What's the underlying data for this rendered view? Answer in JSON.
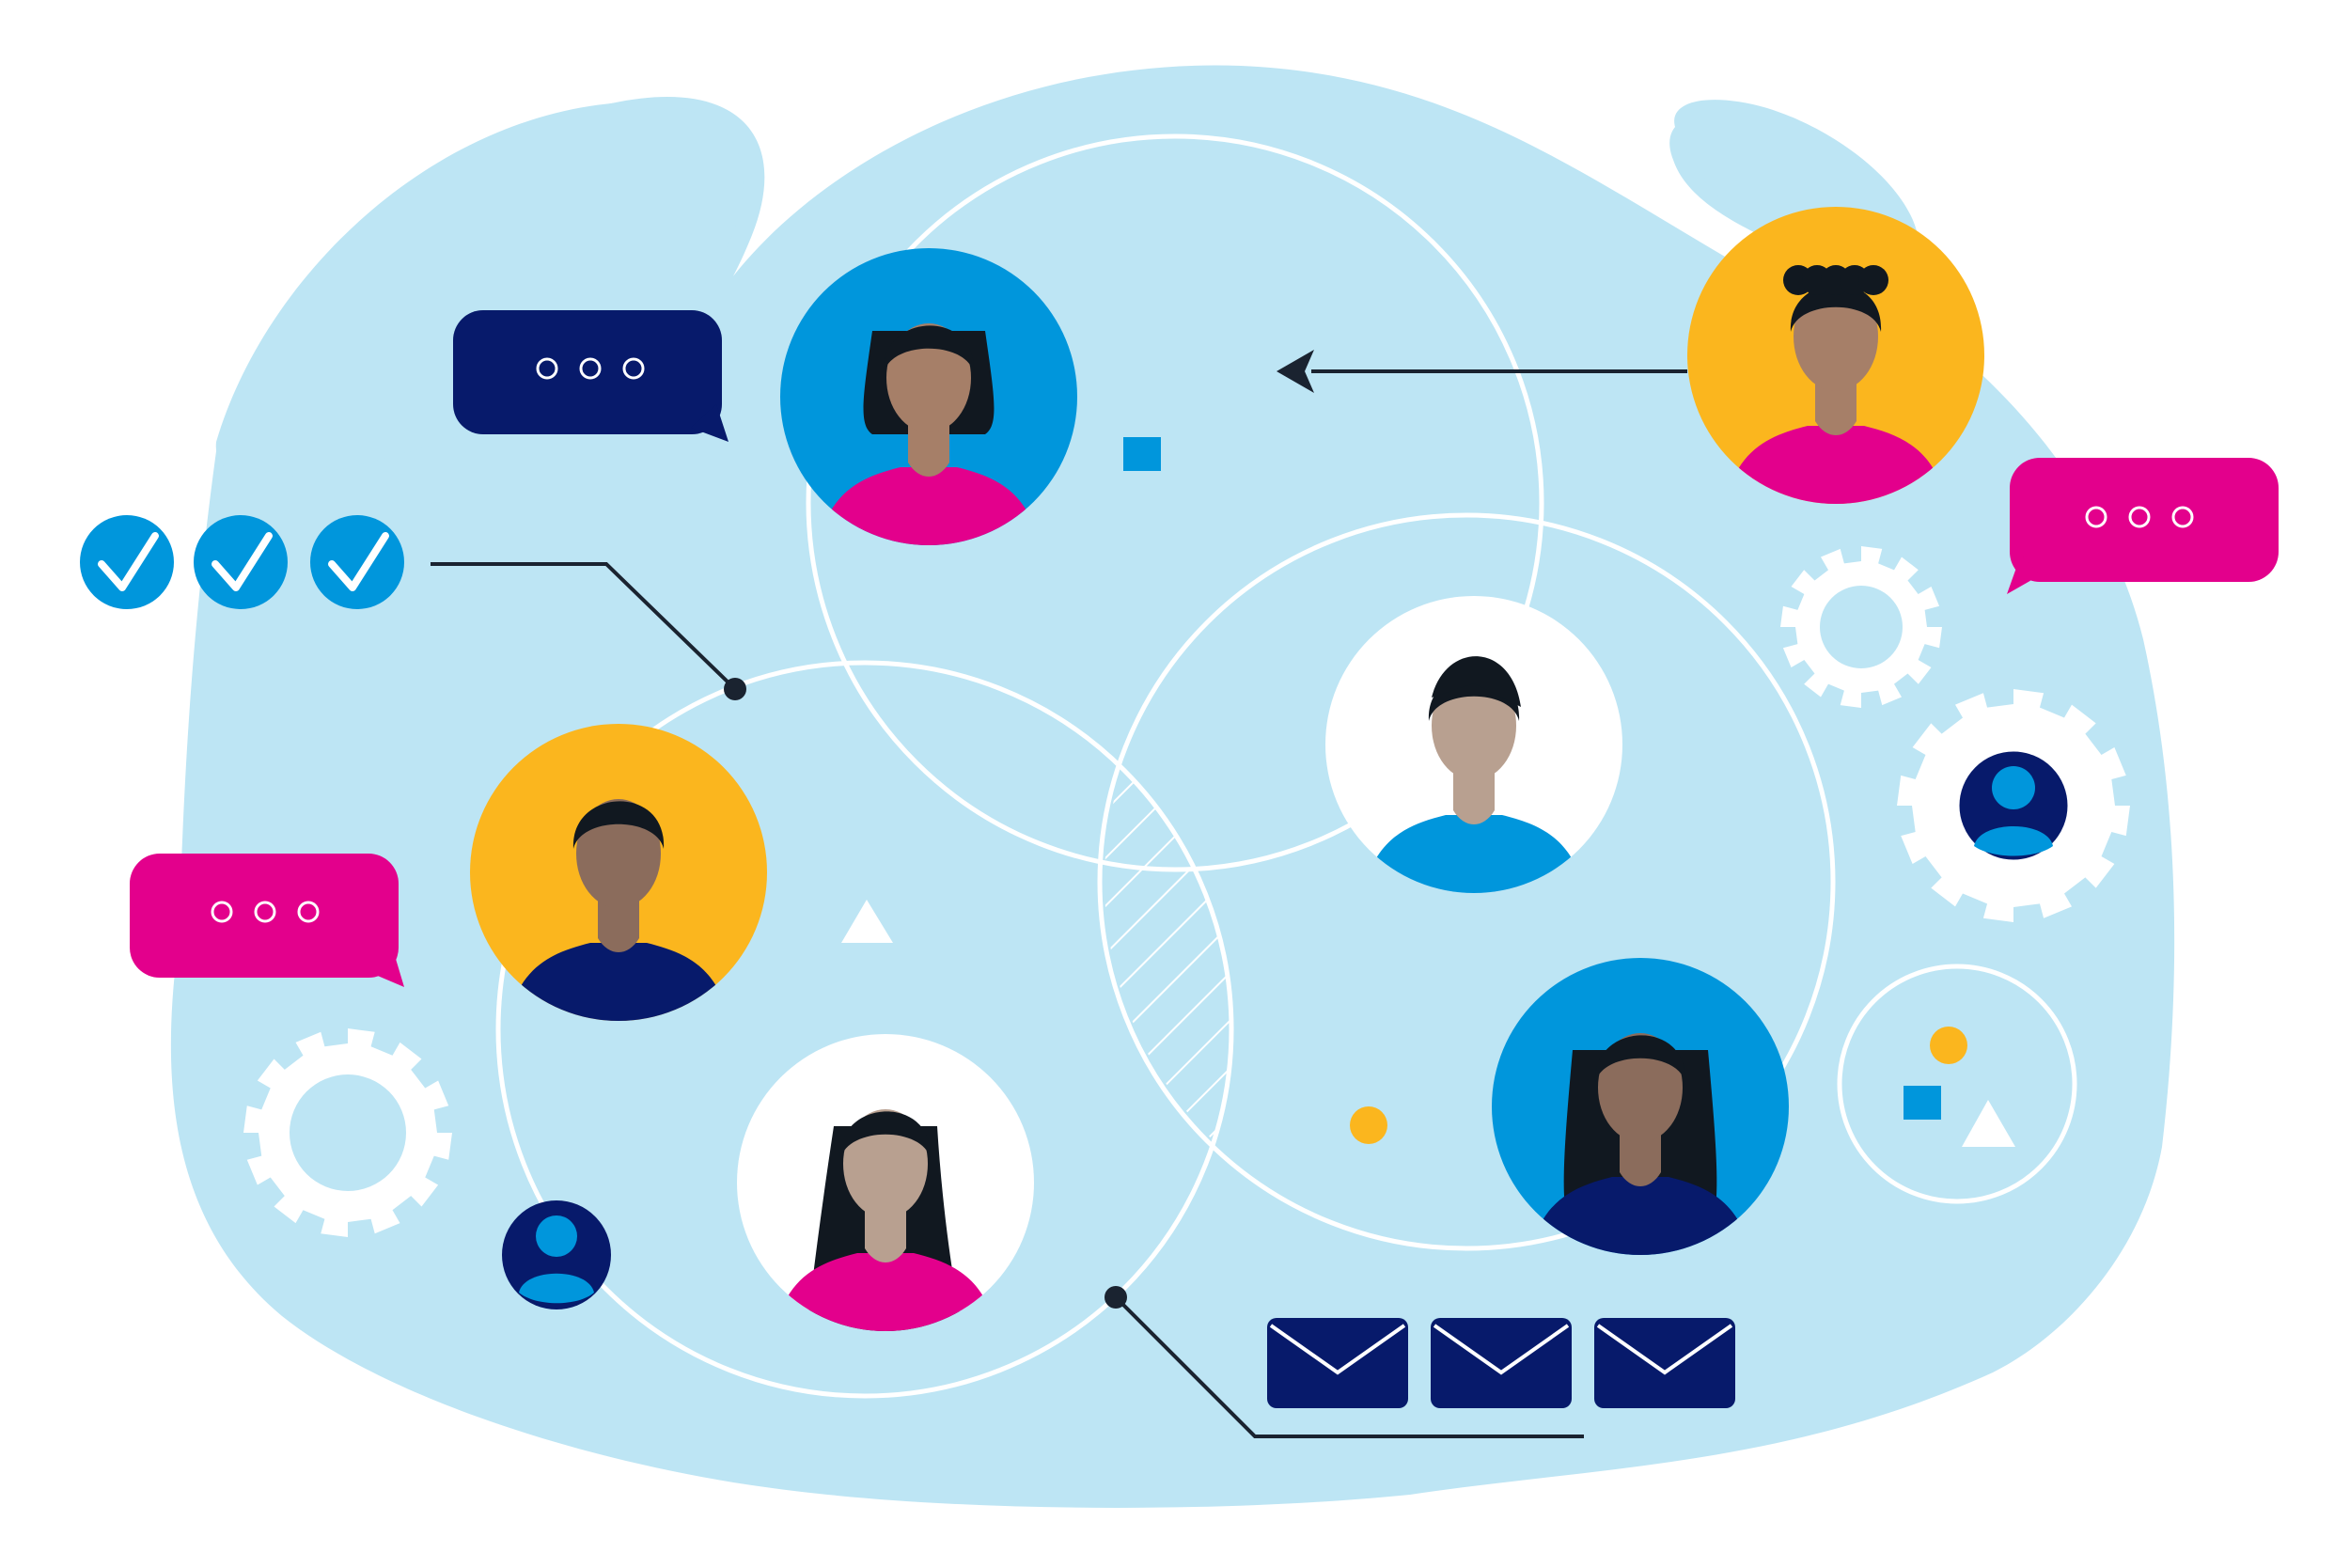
{
  "palette": {
    "background": "#ffffff",
    "blob": "#bde5f4",
    "line": "#ffffff",
    "dark_navy": "#071a6b",
    "azure": "#0096dc",
    "magenta": "#e3008c",
    "yellow": "#fbb61e",
    "hair": "#111820",
    "skin_light": "#b8a090",
    "skin_mid": "#a67f68",
    "skin_dark": "#8b6c5c",
    "connector": "#1a2330"
  },
  "icons": {
    "avatar": "person-avatar-icon",
    "chat": "chat-bubble-icon",
    "check": "check-circle-icon",
    "gear": "gear-icon",
    "mail": "mail-envelope-icon",
    "arrow": "arrow-left-icon",
    "user": "user-badge-icon"
  },
  "people": [
    {
      "id": "top-center",
      "ring": "azure",
      "shirt": "magenta",
      "skin": "skin_mid",
      "hair": "bob"
    },
    {
      "id": "top-right",
      "ring": "yellow",
      "shirt": "magenta",
      "skin": "skin_mid",
      "hair": "curly"
    },
    {
      "id": "middle-left",
      "ring": "yellow",
      "shirt": "dark_navy",
      "skin": "skin_dark",
      "hair": "short"
    },
    {
      "id": "middle-right",
      "ring": "white",
      "shirt": "azure",
      "skin": "skin_light",
      "hair": "quiff"
    },
    {
      "id": "bottom-center",
      "ring": "white",
      "shirt": "magenta",
      "skin": "skin_light",
      "hair": "long"
    },
    {
      "id": "bottom-right",
      "ring": "azure",
      "shirt": "dark_navy",
      "skin": "skin_dark",
      "hair": "braids"
    }
  ],
  "chat_bubbles": [
    {
      "id": "navy-bubble",
      "color": "dark_navy",
      "tail": "right"
    },
    {
      "id": "pink-bubble-right",
      "color": "magenta",
      "tail": "left"
    },
    {
      "id": "pink-bubble-left",
      "color": "magenta",
      "tail": "right"
    }
  ],
  "check_marks": 3,
  "envelopes": 3,
  "gears": 3
}
